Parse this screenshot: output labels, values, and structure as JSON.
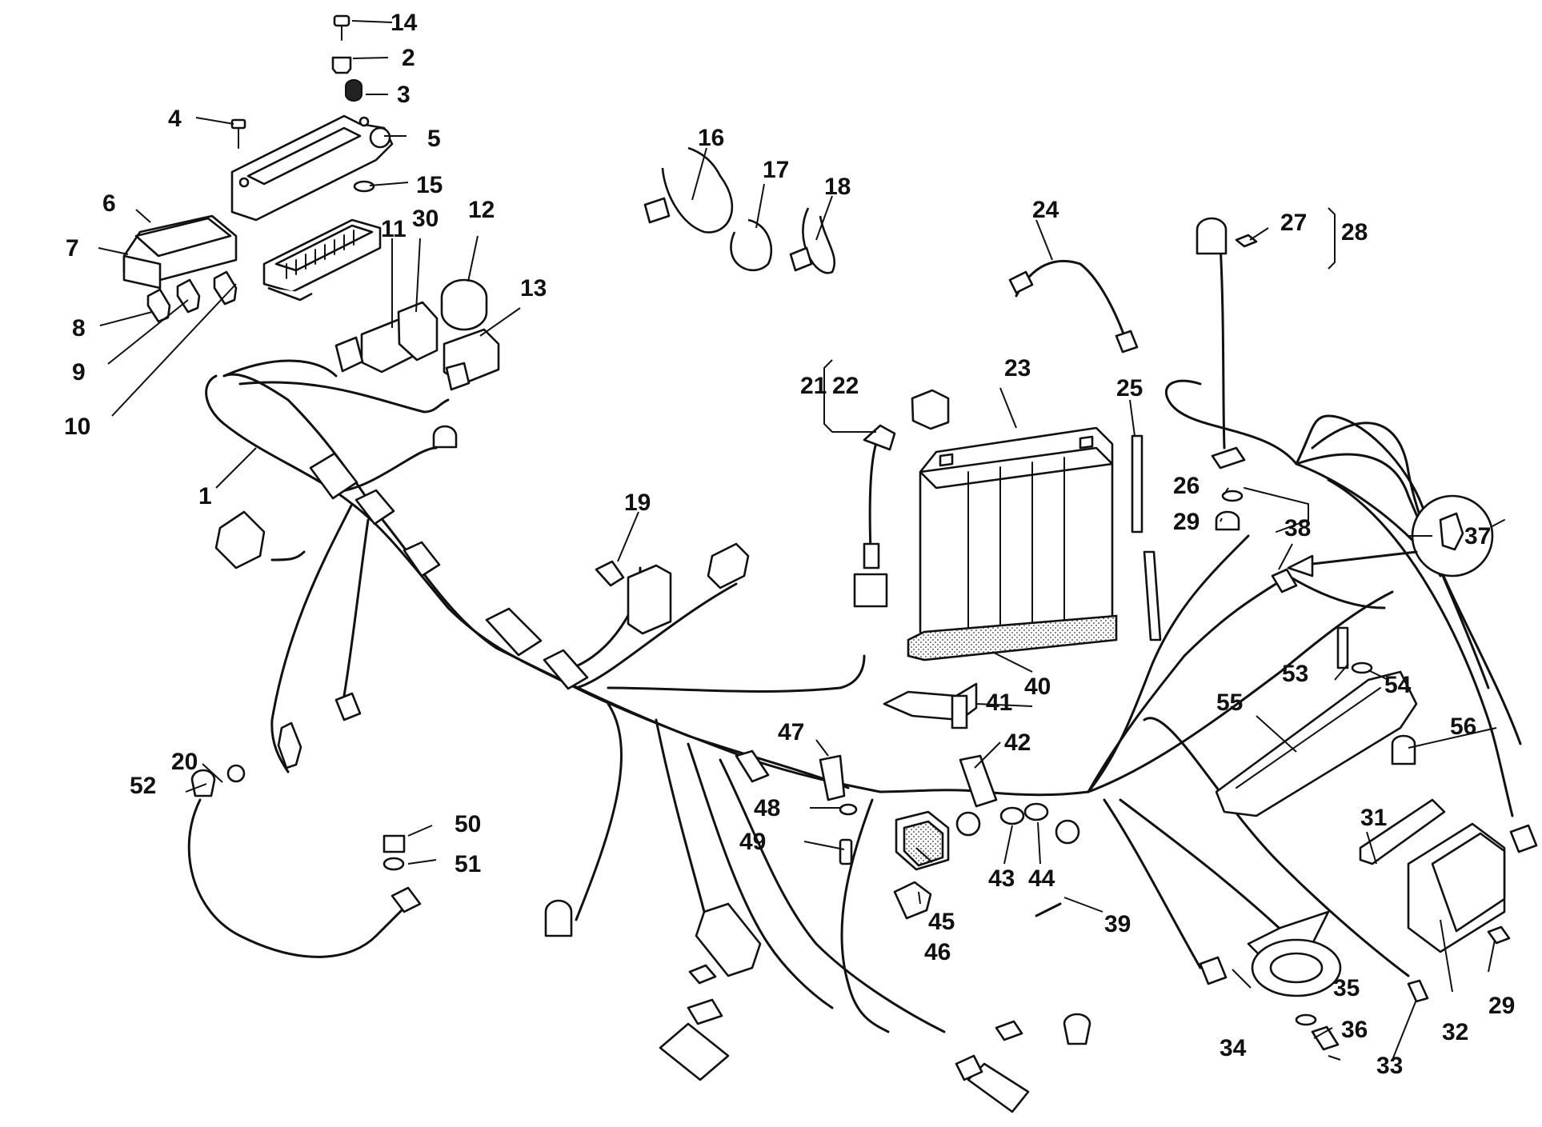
{
  "diagram": {
    "labels": {
      "l1": "1",
      "l2": "2",
      "l3": "3",
      "l4": "4",
      "l5": "5",
      "l6": "6",
      "l7": "7",
      "l8": "8",
      "l9": "9",
      "l10": "10",
      "l11": "11",
      "l12": "12",
      "l13": "13",
      "l14": "14",
      "l15": "15",
      "l16": "16",
      "l17": "17",
      "l18": "18",
      "l19": "19",
      "l20": "20",
      "l21": "21",
      "l22": "22",
      "l23": "23",
      "l24": "24",
      "l25": "25",
      "l26": "26",
      "l27": "27",
      "l28": "28",
      "l29a": "29",
      "l29b": "29",
      "l30": "30",
      "l31": "31",
      "l32": "32",
      "l33": "33",
      "l34": "34",
      "l35": "35",
      "l36": "36",
      "l37": "37",
      "l38": "38",
      "l39": "39",
      "l40": "40",
      "l41": "41",
      "l42": "42",
      "l43": "43",
      "l44": "44",
      "l45": "45",
      "l46": "46",
      "l47": "47",
      "l48": "48",
      "l49": "49",
      "l50": "50",
      "l51": "51",
      "l52": "52",
      "l53": "53",
      "l54": "54",
      "l55": "55",
      "l56": "56"
    }
  }
}
